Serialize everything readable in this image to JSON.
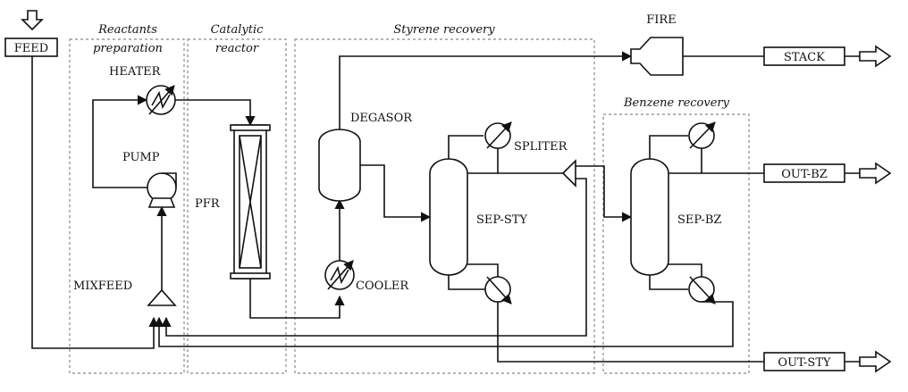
{
  "sections": {
    "reactants_prep": [
      "Reactants",
      "preparation"
    ],
    "catalytic_reactor": [
      "Catalytic",
      "reactor"
    ],
    "styrene_recovery": "Styrene recovery",
    "benzene_recovery": "Benzene recovery"
  },
  "units": {
    "feed": "FEED",
    "heater": "HEATER",
    "pump": "PUMP",
    "mixfeed": "MIXFEED",
    "pfr": "PFR",
    "degasor": "DEGASOR",
    "cooler": "COOLER",
    "sep_sty": "SEP-STY",
    "spliter": "SPLITER",
    "sep_bz": "SEP-BZ",
    "fire": "FIRE",
    "stack": "STACK",
    "out_bz": "OUT-BZ",
    "out_sty": "OUT-STY"
  }
}
